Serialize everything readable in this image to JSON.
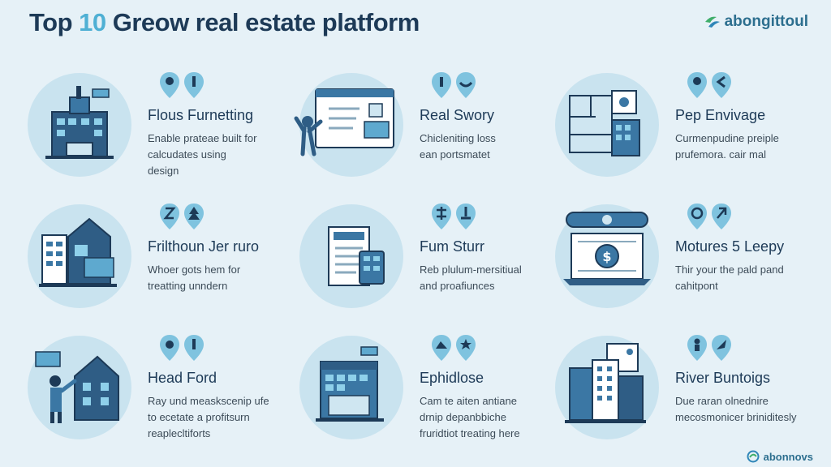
{
  "header": {
    "title_pre": "Top ",
    "title_num": "10",
    "title_post": " Greow real estate platform",
    "logo_text": "abongittoul"
  },
  "footer": {
    "logo_text": "abonnovs"
  },
  "colors": {
    "background": "#e6f1f7",
    "circle": "#c9e3ef",
    "navy": "#1d3a57",
    "accent": "#4fb0d4",
    "pin": "#7fc3df"
  },
  "items": [
    {
      "title": "Flous Furnetting",
      "desc": [
        "Enable prateae built for",
        "calcudates using",
        "design"
      ],
      "icon": "office-building-icon"
    },
    {
      "title": "Real Swory",
      "desc": [
        "Chicleniting loss",
        "ean portsmatet"
      ],
      "icon": "browser-presenter-icon"
    },
    {
      "title": "Pep Envivage",
      "desc": [
        "Curmenpudine preiple",
        "prufemora. cair mal"
      ],
      "icon": "floor-plan-icon"
    },
    {
      "title": "Frilthoun Jer ruro",
      "desc": [
        "Whoer gots hem for",
        "treatting unndern"
      ],
      "icon": "house-building-icon"
    },
    {
      "title": "Fum Sturr",
      "desc": [
        "Reb plulum-mersitiual",
        "and proafiunces"
      ],
      "icon": "document-device-icon"
    },
    {
      "title": "Motures 5 Leepy",
      "desc": [
        "Thir your the pald pand",
        "cahitpont"
      ],
      "icon": "laptop-dollar-icon"
    },
    {
      "title": "Head Ford",
      "desc": [
        "Ray und measkscenip ufe",
        "to ecetate a profitsurn",
        "reaplecltiforts"
      ],
      "icon": "person-house-icon"
    },
    {
      "title": "Ephidlose",
      "desc": [
        "Cam te aiten antiane",
        "drnip depanbbiche",
        "fruridtiot treating here"
      ],
      "icon": "shop-front-icon"
    },
    {
      "title": "River Buntoigs",
      "desc": [
        "Due raran olnednire",
        "mecosmonicer briniditesly"
      ],
      "icon": "city-buildings-icon"
    }
  ]
}
